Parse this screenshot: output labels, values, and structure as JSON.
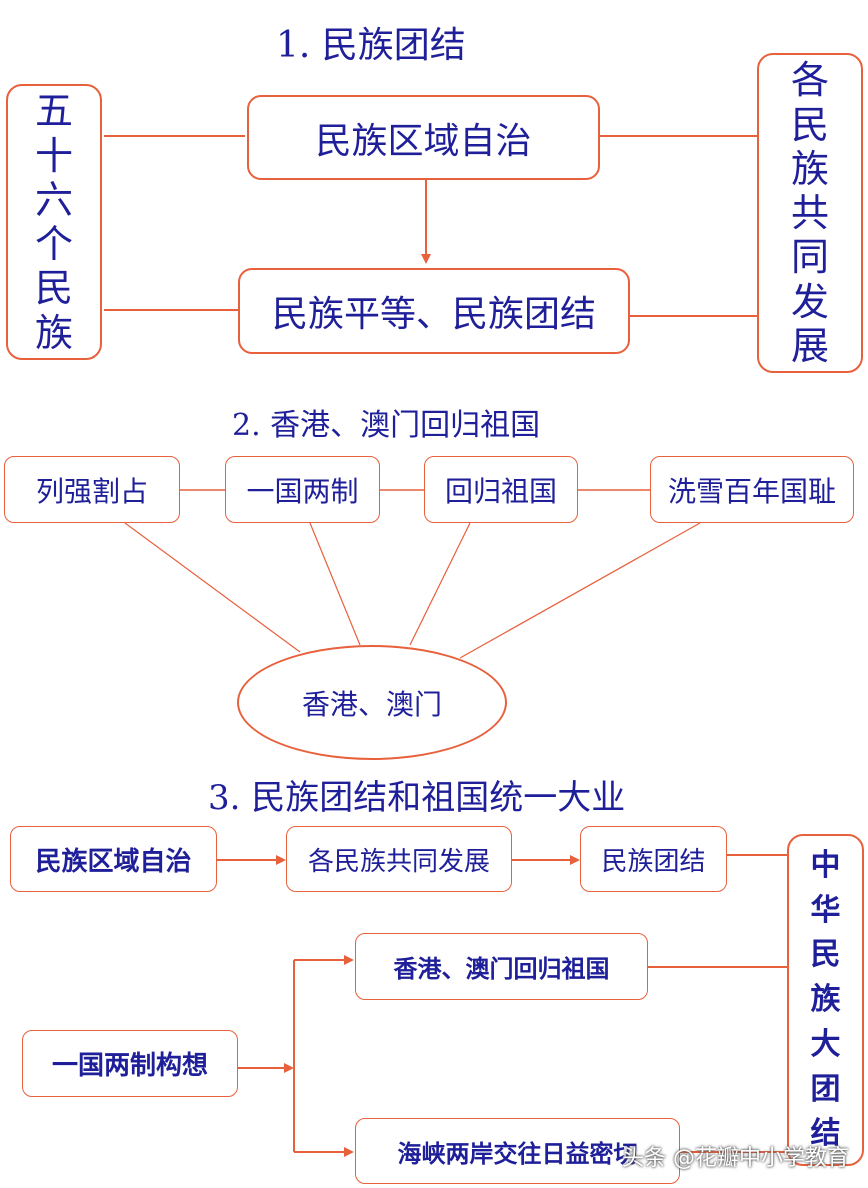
{
  "section1": {
    "title": "1. 民族团结",
    "left_vertical": [
      "五",
      "十",
      "六",
      "个",
      "民",
      "族"
    ],
    "right_vertical": [
      "各",
      "民",
      "族",
      "共",
      "同",
      "发",
      "展"
    ],
    "top_box": "民族区域自治",
    "bottom_box": "民族平等、民族团结"
  },
  "section2": {
    "title": "2. 香港、澳门回归祖国",
    "boxes": [
      "列强割占",
      "一国两制",
      "回归祖国",
      "洗雪百年国耻"
    ],
    "ellipse": "香港、澳门"
  },
  "section3": {
    "title": "3. 民族团结和祖国统一大业",
    "row_boxes": [
      "民族区域自治",
      "各民族共同发展",
      "民族团结"
    ],
    "left_box": "一国两制构想",
    "upper_branch": "香港、澳门回归祖国",
    "lower_branch": "海峡两岸交往日益密切",
    "right_vertical": [
      "中",
      "华",
      "民",
      "族",
      "大",
      "团",
      "结"
    ]
  },
  "watermark": "头条 @花瓣中小学教育",
  "colors": {
    "line": "#e8603c",
    "text": "#1f1f9a",
    "background": "#ffffff"
  }
}
